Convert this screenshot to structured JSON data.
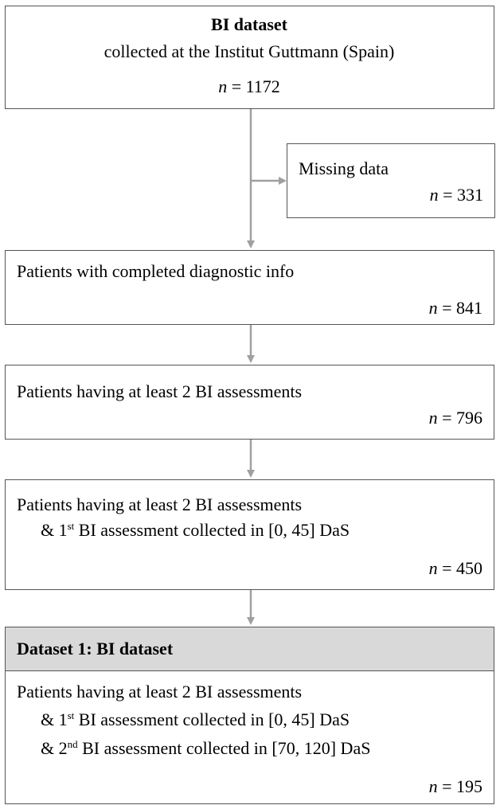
{
  "colors": {
    "border": "#555555",
    "arrow": "#a0a0a0",
    "header_fill": "#d9d9d9"
  },
  "box1": {
    "title": "BI dataset",
    "subtitle": "collected at the Institut Guttmann (Spain)",
    "n_label": "n",
    "n_value": " = 1172"
  },
  "missing": {
    "label": "Missing data",
    "n_label": "n",
    "n_value": " = 331"
  },
  "box2": {
    "label": "Patients with completed diagnostic info",
    "n_label": "n",
    "n_value": " = 841"
  },
  "box3": {
    "label": "Patients having at least 2 BI assessments",
    "n_label": "n",
    "n_value": " = 796"
  },
  "box4": {
    "line1": "Patients having at least 2 BI assessments",
    "line2_prefix": "& 1",
    "line2_sup": "st",
    "line2_suffix": " BI assessment collected in [0, 45] DaS",
    "n_label": "n",
    "n_value": " = 450"
  },
  "dataset_header": {
    "title": "Dataset 1: BI dataset"
  },
  "box5": {
    "line1": "Patients having at least 2 BI assessments",
    "line2_prefix": "& 1",
    "line2_sup": "st",
    "line2_suffix": " BI assessment collected in [0, 45] DaS",
    "line3_prefix": "& 2",
    "line3_sup": "nd",
    "line3_suffix": " BI assessment collected in [70, 120] DaS",
    "n_label": "n",
    "n_value": " = 195"
  }
}
